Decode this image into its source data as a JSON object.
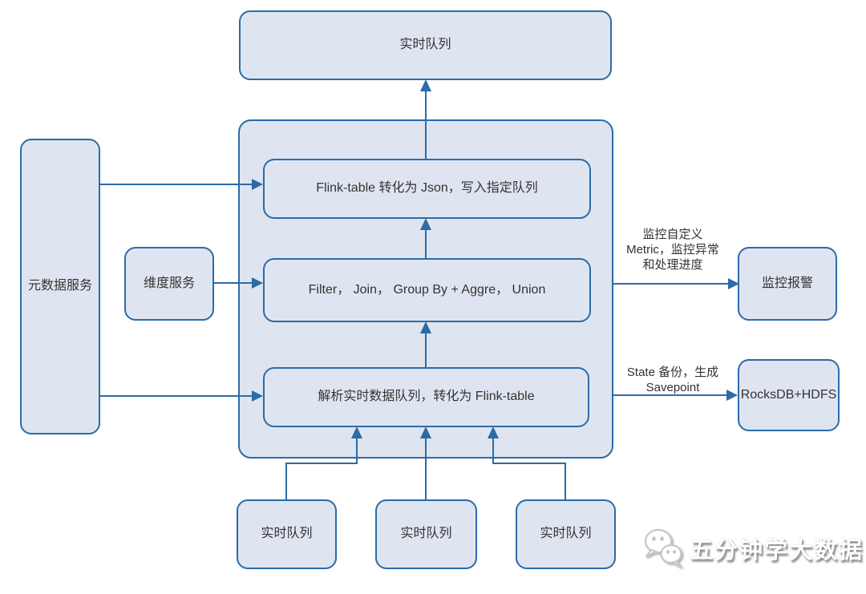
{
  "diagram": {
    "nodes": {
      "top_queue": {
        "label": "实时队列"
      },
      "sink_step": {
        "label": "Flink-table 转化为 Json，写入指定队列"
      },
      "compute_step": {
        "label": "Filter， Join， Group By + Aggre， Union"
      },
      "parse_step": {
        "label": "解析实时数据队列，转化为 Flink-table"
      },
      "metadata_service": {
        "label": "元数据服务"
      },
      "dimension_service": {
        "label": "维度服务"
      },
      "monitor_alarm": {
        "label": "监控报警"
      },
      "state_store": {
        "label": "RocksDB+HDFS"
      },
      "source_queue_left": {
        "label": "实时队列"
      },
      "source_queue_middle": {
        "label": "实时队列"
      },
      "source_queue_right": {
        "label": "实时队列"
      }
    },
    "edge_labels": {
      "monitoring": {
        "line1": "监控自定义",
        "line2": "Metric，监控异常",
        "line3": "和处理进度"
      },
      "state_backup": {
        "line1": "State 备份，生成",
        "line2": "Savepoint"
      }
    },
    "watermark": {
      "icon": "wechat-chat-bubbles-icon",
      "text": "五分钟学大数据"
    },
    "colors": {
      "line": "#2b6ba8",
      "box_fill": "#dfe5f0",
      "text": "#333333"
    }
  }
}
